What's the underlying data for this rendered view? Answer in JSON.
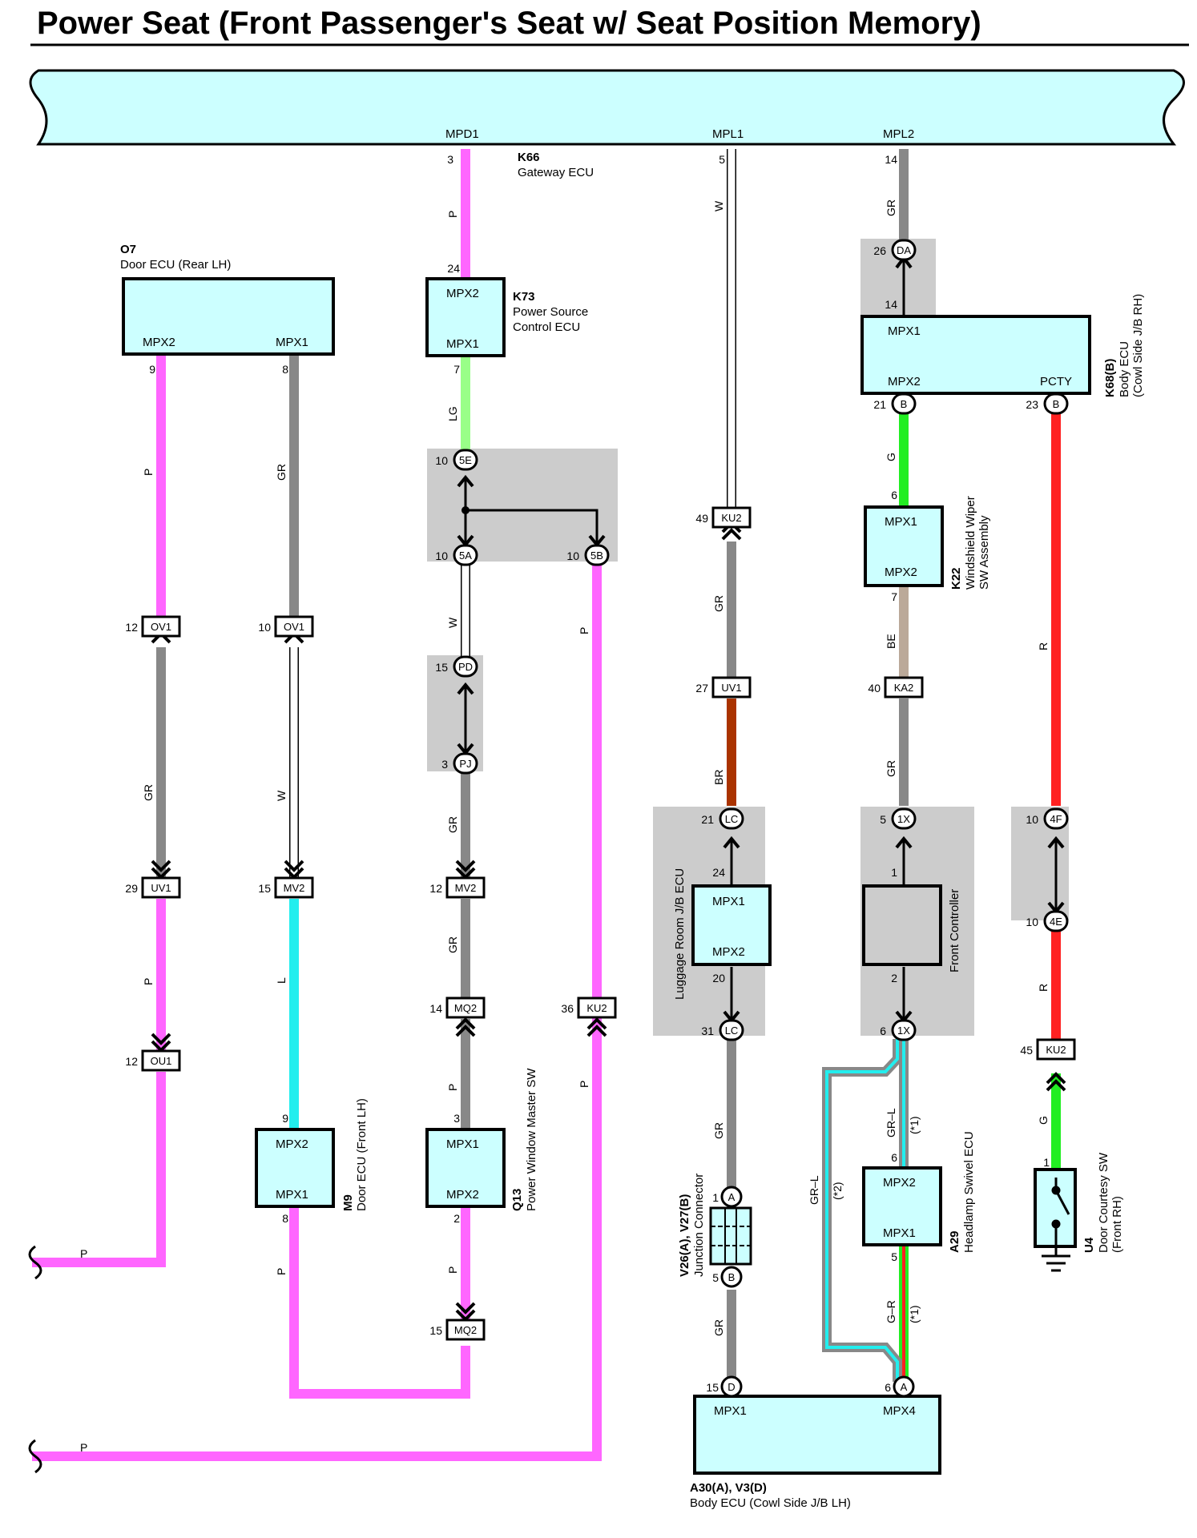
{
  "title": "Power Seat (Front Passenger's Seat w/ Seat Position Memory)",
  "bus": {
    "ports": [
      "MPD1",
      "MPL1",
      "MPL2"
    ]
  },
  "colors": {
    "P": "#ff66ff",
    "GR": "#888888",
    "W": "#ffffff",
    "LG": "#99ff88",
    "L": "#22eeee",
    "BR": "#aa3300",
    "G": "#22ee22",
    "BE": "#bba999",
    "R": "#ff2222",
    "ecu_fill": "#ccffff",
    "joint_bg": "#cccccc"
  },
  "components": {
    "k66": {
      "code": "K66",
      "name": "Gateway ECU"
    },
    "o7": {
      "code": "O7",
      "name": "Door ECU (Rear LH)",
      "ports": [
        "MPX2",
        "MPX1"
      ]
    },
    "k73": {
      "code": "K73",
      "name1": "Power Source",
      "name2": "Control ECU",
      "ports": [
        "MPX2",
        "MPX1"
      ]
    },
    "k68": {
      "code": "K68(B)",
      "name1": "Body ECU",
      "name2": "(Cowl Side J/B RH)",
      "ports": [
        "MPX1",
        "MPX2",
        "PCTY"
      ]
    },
    "k22": {
      "code": "K22",
      "name1": "Windshield Wiper",
      "name2": "SW Assembly",
      "ports": [
        "MPX1",
        "MPX2"
      ]
    },
    "luggage": {
      "name": "Luggage Room J/B ECU",
      "ports": [
        "MPX1",
        "MPX2"
      ]
    },
    "front_ctrl": {
      "name": "Front Controller"
    },
    "m9": {
      "code": "M9",
      "name": "Door ECU (Front LH)",
      "ports": [
        "MPX2",
        "MPX1"
      ]
    },
    "q13": {
      "code": "Q13",
      "name": "Power Window Master SW",
      "ports": [
        "MPX1",
        "MPX2"
      ]
    },
    "v26": {
      "code": "V26(A), V27(B)",
      "name": "Junction Connector"
    },
    "a29": {
      "code": "A29",
      "name": "Headlamp Swivel ECU",
      "ports": [
        "MPX2",
        "MPX1"
      ]
    },
    "u4": {
      "code": "U4",
      "name1": "Door Courtesy SW",
      "name2": "(Front RH)"
    },
    "a30": {
      "code": "A30(A), V3(D)",
      "name": "Body ECU (Cowl Side J/B LH)",
      "ports": [
        "MPX1",
        "MPX4"
      ]
    }
  },
  "connectors": {
    "ov1a": "OV1",
    "ov1b": "OV1",
    "uv1a": "UV1",
    "mv2a": "MV2",
    "ou1": "OU1",
    "mv2b": "MV2",
    "mq2a": "MQ2",
    "mq2b": "MQ2",
    "ku2a": "KU2",
    "ku2b": "KU2",
    "uv1b": "UV1",
    "ka2": "KA2",
    "ku2c": "KU2",
    "j5e": "5E",
    "j5a": "5A",
    "j5b": "5B",
    "jpd": "PD",
    "jpj": "PJ",
    "jda": "DA",
    "jb21": "B",
    "jb23": "B",
    "jlc1": "LC",
    "jlc2": "LC",
    "j1x1": "1X",
    "j1x2": "1X",
    "j4f": "4F",
    "j4e": "4E",
    "ja": "A",
    "jb": "B",
    "jd": "D",
    "ja2": "A"
  },
  "pins": {
    "p1": "3",
    "p2": "24",
    "p3": "7",
    "p4": "10",
    "p5": "10",
    "p6": "10",
    "p7": "15",
    "p8": "3",
    "p9": "12",
    "p10": "14",
    "p11": "3",
    "p12": "2",
    "p13": "15",
    "p14": "36",
    "p15": "9",
    "p16": "8",
    "p17": "12",
    "p18": "10",
    "p19": "29",
    "p20": "15",
    "p21": "12",
    "p22": "9",
    "p23": "8",
    "p24": "5",
    "p25": "49",
    "p26": "27",
    "p27": "21",
    "p28": "24",
    "p29": "20",
    "p30": "31",
    "p31": "1",
    "p32": "5",
    "p33": "15",
    "p34": "14",
    "p35": "26",
    "p36": "14",
    "p37": "21",
    "p38": "6",
    "p39": "7",
    "p40": "40",
    "p41": "5",
    "p42": "1",
    "p43": "2",
    "p44": "6",
    "p45": "6",
    "p46": "5",
    "p47": "6",
    "p48": "23",
    "p49": "10",
    "p50": "10",
    "p51": "45",
    "p52": "1"
  },
  "wires": {
    "w1": "P",
    "w2": "LG",
    "w3": "W",
    "w4": "GR",
    "w5": "GR",
    "w6": "P",
    "w7": "P",
    "w8": "P",
    "w9": "GR",
    "w10": "P",
    "w11": "GR",
    "w12": "W",
    "w13": "L",
    "w14": "P",
    "w15": "W",
    "w16": "GR",
    "w17": "BR",
    "w18": "GR",
    "w19": "GR",
    "w20": "GR",
    "w21": "G",
    "w22": "BE",
    "w23": "GR",
    "w24": "GR–L",
    "w25": "GR–L",
    "w26": "G–R",
    "w27": "R",
    "w28": "R",
    "w29": "G",
    "w30": "P",
    "w31": "P"
  },
  "notes": {
    "n1": "(*1)",
    "n2": "(*2)",
    "n3": "(*1)"
  }
}
